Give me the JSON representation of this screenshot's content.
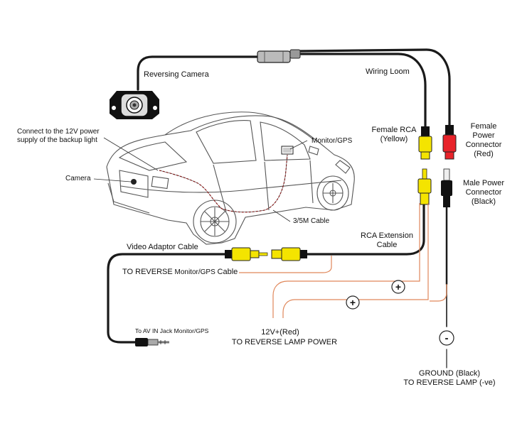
{
  "labels": {
    "reversing_camera": "Reversing Camera",
    "wiring_loom": "Wiring Loom",
    "connect_power_l1": "Connect to the 12V power",
    "connect_power_l2": "supply of the backup light",
    "monitor_gps": "Monitor/GPS",
    "camera": "Camera",
    "female_rca_l1": "Female RCA",
    "female_rca_l2": "(Yellow)",
    "female_power_l1": "Female",
    "female_power_l2": "Power",
    "female_power_l3": "Connector",
    "female_power_l4": "(Red)",
    "male_power_l1": "Male Power",
    "male_power_l2": "Connector",
    "male_power_l3": "(Black)",
    "cable_35m": "3/5M  Cable",
    "rca_ext_l1": "RCA Extension",
    "rca_ext_l2": "Cable",
    "video_adaptor": "Video Adaptor Cable",
    "to_reverse_prefix": "TO REVERSE",
    "to_reverse_mid": " Monitor/GPS ",
    "to_reverse_suffix": "Cable",
    "av_in": "To AV IN Jack Monitor/GPS",
    "plus_12v": "12V+(Red)",
    "reverse_lamp_power": "TO REVERSE LAMP POWER",
    "ground_l1": "GROUND (Black)",
    "ground_l2": "TO REVERSE LAMP (-ve)",
    "plus_sign": "+",
    "minus_sign": "-"
  },
  "colors": {
    "cable": "#1a1a1a",
    "yellow": "#f4e400",
    "red": "#e8232a",
    "lamp_wire": "#e0875a",
    "line": "#333333"
  },
  "icons": [
    "camera-icon",
    "car-illustration",
    "rca-plug-icon",
    "power-connector-icon",
    "av-jack-icon"
  ]
}
